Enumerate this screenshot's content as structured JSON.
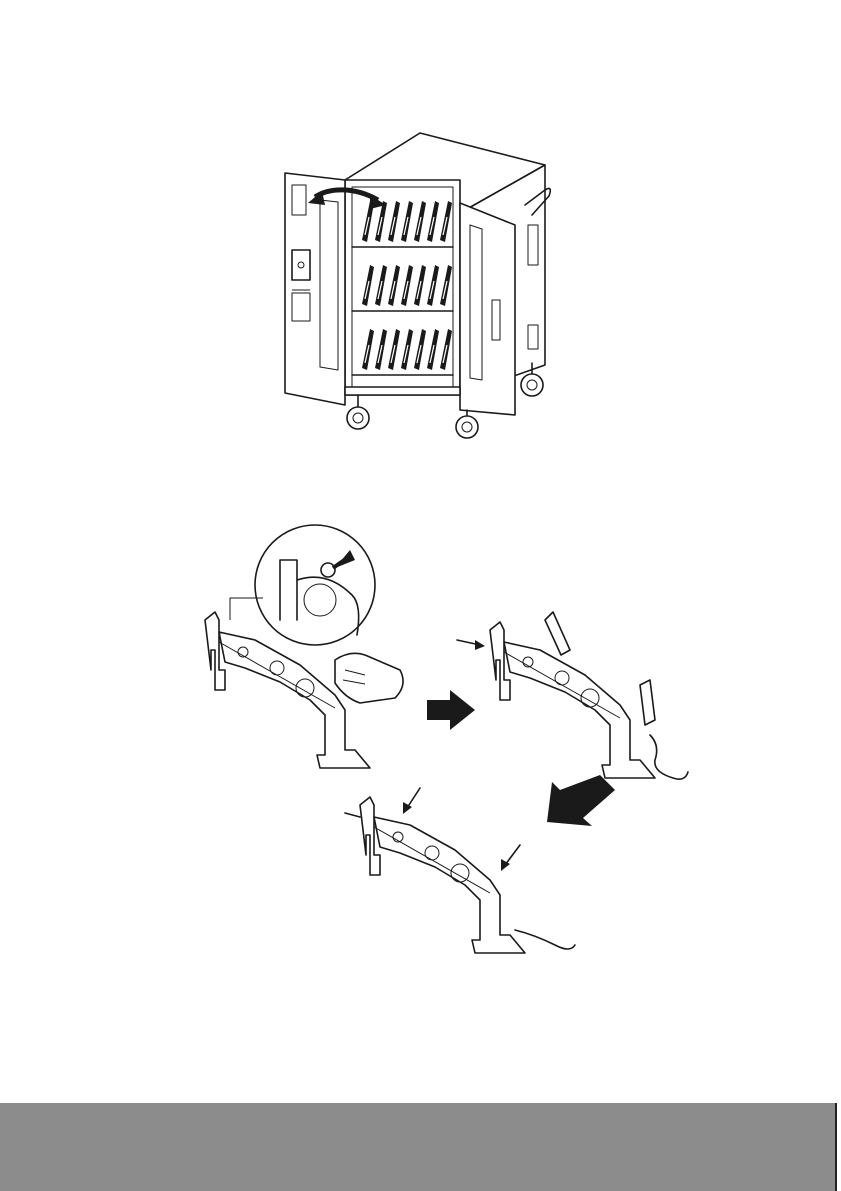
{
  "figures": [
    {
      "id": "cart",
      "icon": "charging-cart-doors-open-illustration"
    },
    {
      "id": "steps",
      "icon": "device-cradle-adjustment-steps-illustration"
    }
  ],
  "colors": {
    "footer": "#8c8c8c",
    "ink": "#1a1a1a",
    "page": "#ffffff"
  },
  "footer": {
    "text": ""
  }
}
